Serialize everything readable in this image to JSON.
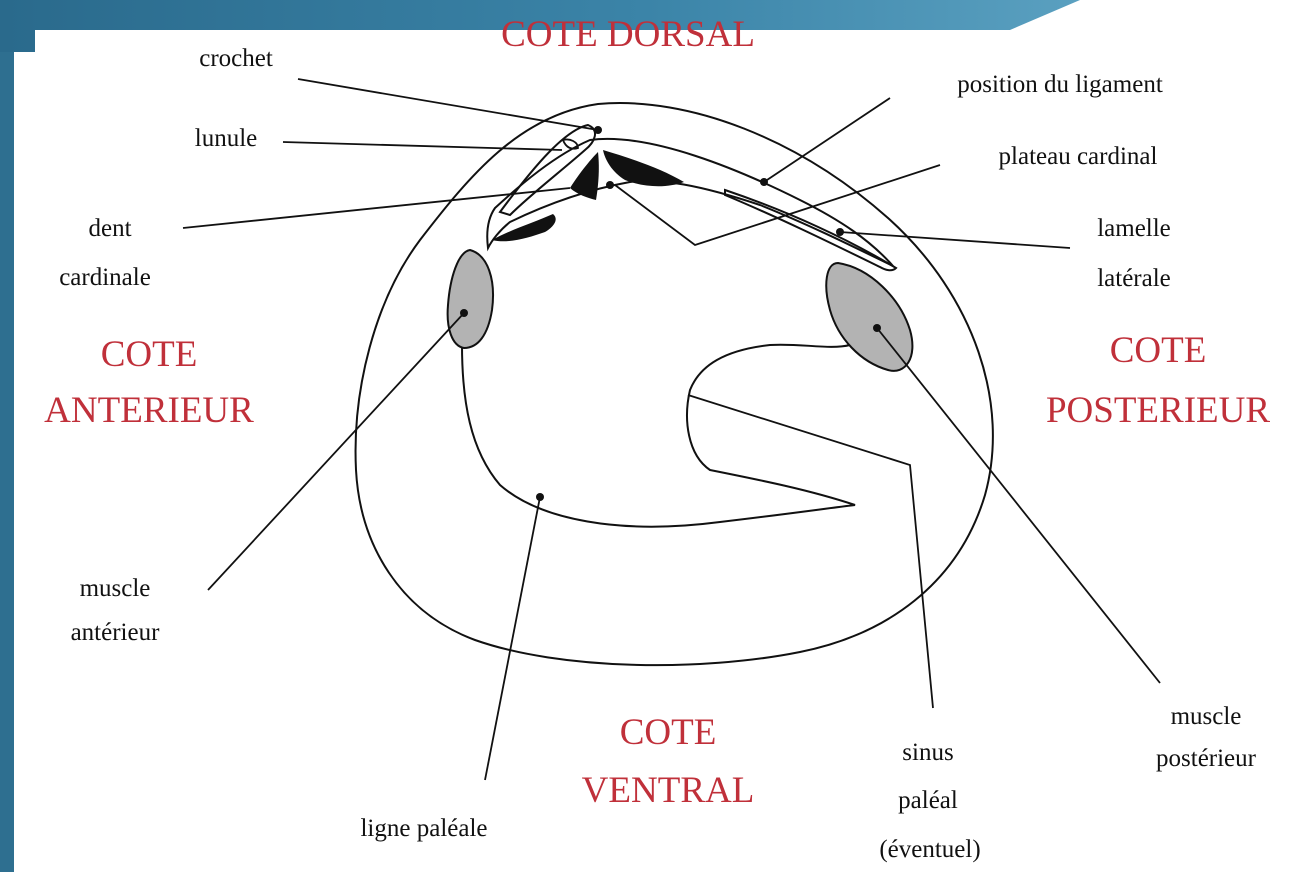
{
  "colors": {
    "side_label": "#c0303a",
    "text": "#111111",
    "muscle_fill": "#b3b3b3",
    "banner": "#2e6f90"
  },
  "sides": {
    "dorsal": "COTE DORSAL",
    "anterior": [
      "COTE",
      "ANTERIEUR"
    ],
    "posterior": [
      "COTE",
      "POSTERIEUR"
    ],
    "ventral": [
      "COTE",
      "VENTRAL"
    ]
  },
  "labels": {
    "crochet": "crochet",
    "lunule": "lunule",
    "dent_cardinale": [
      "dent",
      "cardinale"
    ],
    "position_ligament": "position du ligament",
    "plateau_cardinal": "plateau cardinal",
    "lamelle_laterale": [
      "lamelle",
      "latérale"
    ],
    "muscle_anterieur": [
      "muscle",
      "antérieur"
    ],
    "muscle_posterieur": [
      "muscle",
      "postérieur"
    ],
    "ligne_paleale": "ligne paléale",
    "sinus_paleal": [
      "sinus",
      "paléal",
      "(éventuel)"
    ]
  }
}
